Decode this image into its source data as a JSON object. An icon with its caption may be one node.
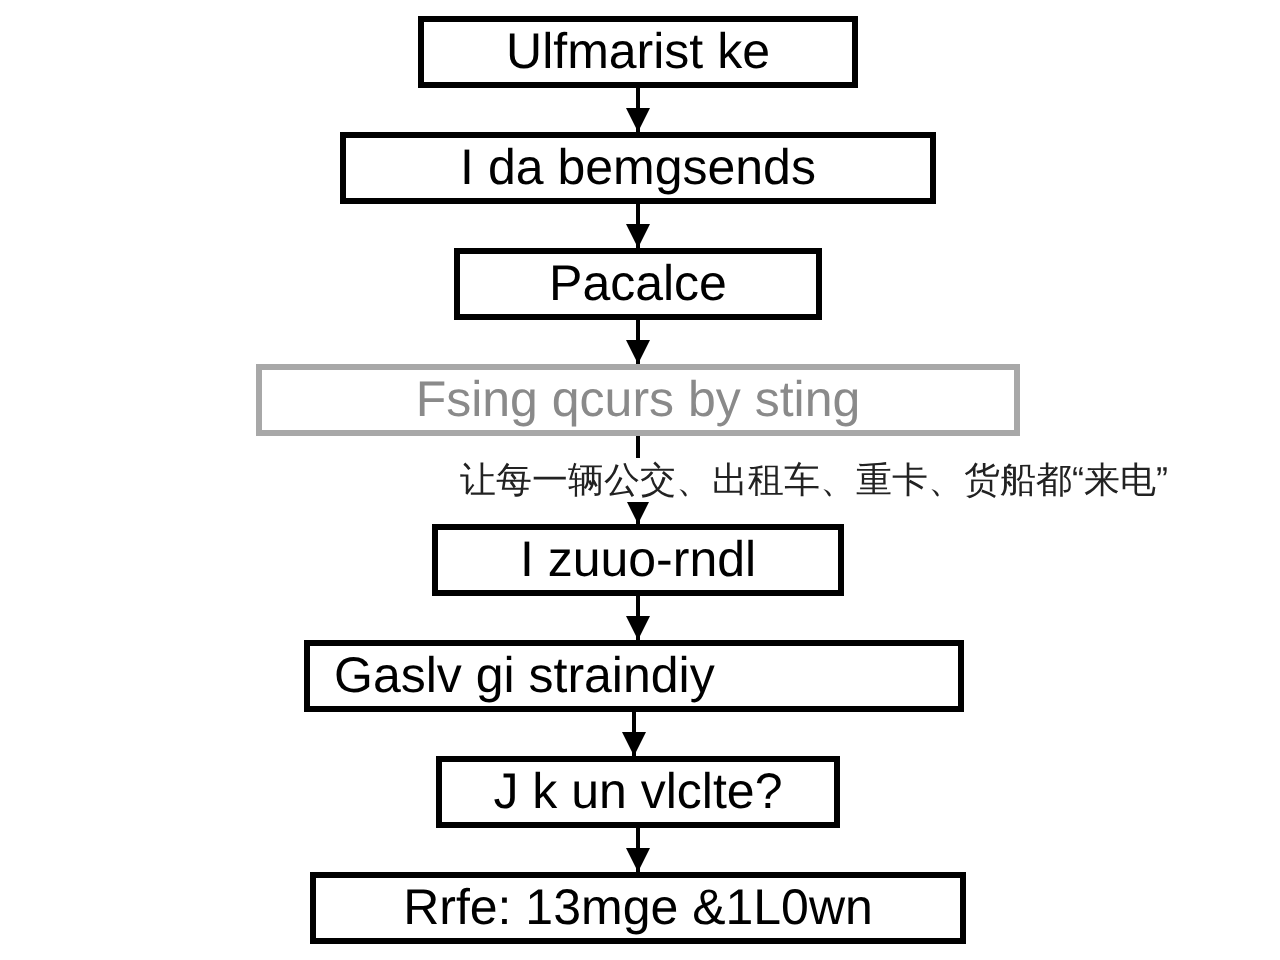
{
  "diagram": {
    "nodes": [
      {
        "text": [
          "Ulfmarist ke"
        ]
      },
      {
        "text": [
          "I da bemgsends"
        ]
      },
      {
        "text": [
          "Pacalce"
        ]
      },
      {
        "text": [
          "Fsing qcurs by sting"
        ]
      },
      {
        "text": [
          "I zuuo-rndl"
        ]
      },
      {
        "text": [
          "Gaslv gi straindiy"
        ]
      },
      {
        "text": [
          "J k un vlclte?"
        ]
      },
      {
        "text": [
          "Rrfe: 13mge &1L0wn"
        ]
      }
    ],
    "edges": [
      {
        "from": 0,
        "to": 1,
        "arrow": "to"
      },
      {
        "from": 1,
        "to": 2,
        "arrow": "to"
      },
      {
        "from": 2,
        "to": 3,
        "arrow": "to"
      },
      {
        "from": 3,
        "to": 4,
        "arrow": "to"
      },
      {
        "from": 4,
        "to": 5,
        "arrow": "to"
      },
      {
        "from": 5,
        "to": 6,
        "arrow": "to"
      },
      {
        "from": 6,
        "to": 7,
        "arrow": "to"
      }
    ],
    "labels": [
      "让每一辆公交、出租车、重卡、货船都“来电”"
    ]
  }
}
